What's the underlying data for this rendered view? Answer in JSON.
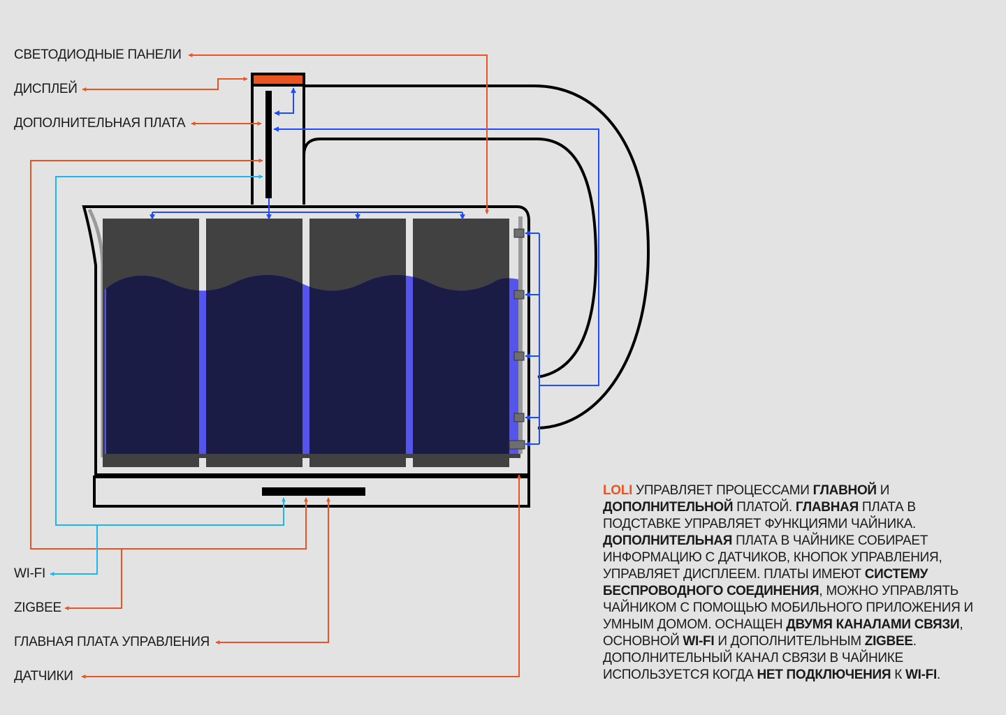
{
  "colors": {
    "background": "#e3e3e3",
    "orange": "#ea5420",
    "cyan": "#1ab7ee",
    "blue": "#1f4bff",
    "outline": "#000000",
    "panel": "#414141",
    "water": "#1b1c45",
    "water_glow": "#5555ee",
    "glass": "#9a9a9a",
    "sensor": "#6e6e6e"
  },
  "labels": {
    "led_panels": "Светодиодные панели",
    "display": "Дисплей",
    "aux_board": "Дополнительная плата",
    "wifi": "Wi-Fi",
    "zigbee": "Zigbee",
    "main_board": "Главная плата управления",
    "sensors": "Датчики"
  },
  "description": {
    "segments": [
      {
        "text": "LOLI",
        "style": "brand"
      },
      {
        "text": " управляет процессами ",
        "style": "normal"
      },
      {
        "text": "главной",
        "style": "bold"
      },
      {
        "text": " и ",
        "style": "normal"
      },
      {
        "text": "дополнительной",
        "style": "bold"
      },
      {
        "text": " платой. ",
        "style": "normal"
      },
      {
        "text": "Главная",
        "style": "bold"
      },
      {
        "text": " плата в подставке управляет функциями чайника. ",
        "style": "normal"
      },
      {
        "text": "Дополнительная",
        "style": "bold"
      },
      {
        "text": " плата в чайнике собирает информацию с датчиков, кнопок управления, управляет дисплеем. Платы имеют ",
        "style": "normal"
      },
      {
        "text": "систему беспроводного соединения",
        "style": "bold"
      },
      {
        "text": ", можно управлять чайником с помощью мобильного приложения и умным домом. Оснащен ",
        "style": "normal"
      },
      {
        "text": "двумя каналами связи",
        "style": "bold"
      },
      {
        "text": ", основной ",
        "style": "normal"
      },
      {
        "text": "Wi-Fi",
        "style": "bold"
      },
      {
        "text": " и дополнительным ",
        "style": "normal"
      },
      {
        "text": "Zigbee",
        "style": "bold"
      },
      {
        "text": ". Дополнительный канал связи в чайнике используется когда ",
        "style": "normal"
      },
      {
        "text": "нет подключения",
        "style": "bold"
      },
      {
        "text": " к ",
        "style": "normal"
      },
      {
        "text": "Wi-Fi",
        "style": "bold"
      },
      {
        "text": ".",
        "style": "normal"
      }
    ]
  }
}
